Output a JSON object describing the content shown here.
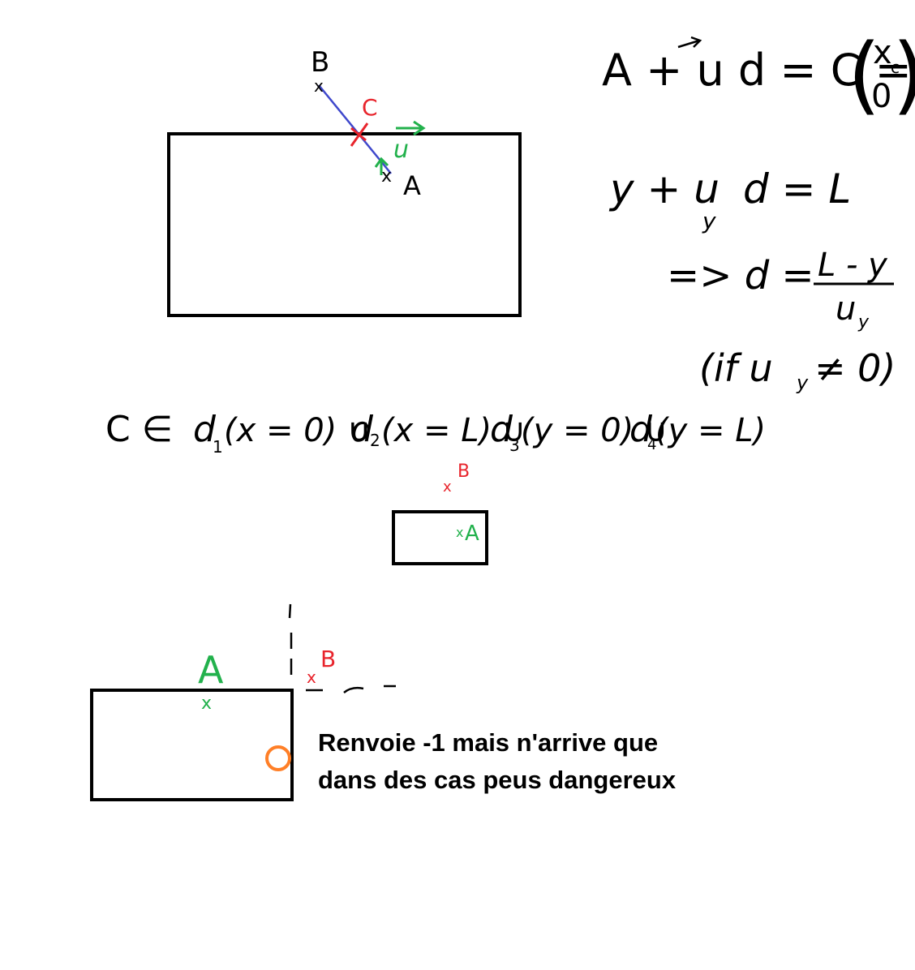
{
  "colors": {
    "ink": "#000000",
    "red": "#e8242c",
    "green": "#22b14c",
    "blue": "#3f48cc",
    "orange": "#ff7f27"
  },
  "figure1": {
    "label_b": "B",
    "label_c": "C",
    "label_a": "A",
    "label_u": "u",
    "mark": "x"
  },
  "equations": {
    "eq1_lhs": "A + u d = C =",
    "eq1_top": "x",
    "eq1_top_sub": "c",
    "eq1_bottom": "0",
    "eq2": "y + u",
    "eq2_sub": "y",
    "eq2_rhs": "d = L",
    "eq3_prefix": "=> d =",
    "eq3_num": "L - y",
    "eq3_den": "u",
    "eq3_den_sub": "y",
    "eq4": "(if u",
    "eq4_sub": "y",
    "eq4_rhs": "≠ 0)"
  },
  "union_line": {
    "c_in": "C ∈",
    "d1": "d",
    "d1_sub": "1",
    "d1_cond": "(x = 0) ∪",
    "d2": "d",
    "d2_sub": "2",
    "d2_cond": "(x = L) ∪",
    "d3": "d",
    "d3_sub": "3",
    "d3_cond": "(y = 0) ∪",
    "d4": "d",
    "d4_sub": "4",
    "d4_cond": "(y = L)"
  },
  "figure2": {
    "label_b": "B",
    "label_a": "A",
    "mark": "x"
  },
  "figure3": {
    "label_a": "A",
    "label_b": "B",
    "mark": "x"
  },
  "caption": {
    "line1": "Renvoie -1 mais n'arrive que",
    "line2": "dans des cas peus dangereux"
  }
}
